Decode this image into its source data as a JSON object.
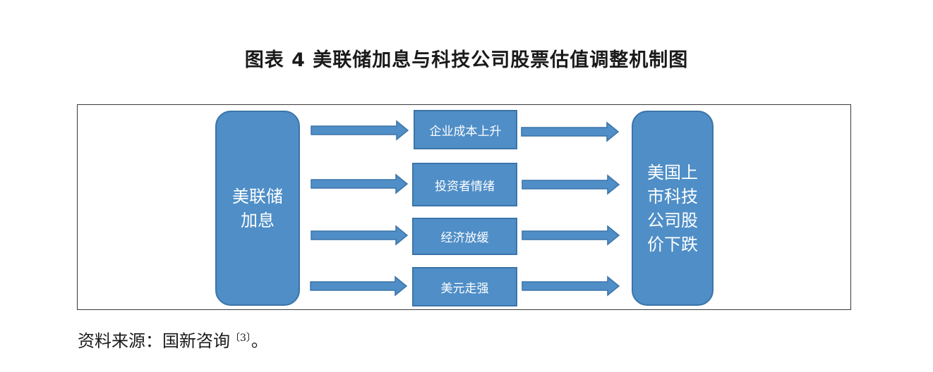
{
  "title": "图表 4  美联储加息与科技公司股票估值调整机制图",
  "cause": "美联储\n加息",
  "channels": [
    {
      "label": "企业成本上升"
    },
    {
      "label": "投资者情绪"
    },
    {
      "label": "经济放缓"
    },
    {
      "label": "美元走强"
    }
  ],
  "effect": "美国上\n市科技\n公司股\n价下跌",
  "source": {
    "text": "资料来源：国新咨询",
    "ref": "〔3〕",
    "end": "。"
  },
  "colors": {
    "box_fill": "#4f8ec7",
    "box_border": "#3c74a8",
    "arrow_fill": "#4f8ec7"
  }
}
